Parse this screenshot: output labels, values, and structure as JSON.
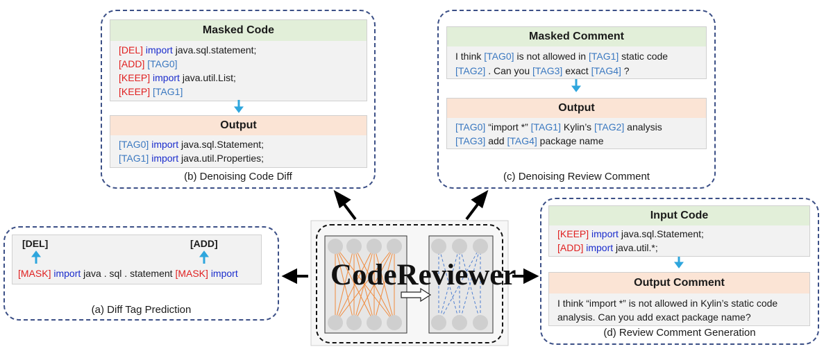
{
  "panel_b": {
    "top_header": "Masked Code",
    "top_lines": [
      {
        "tag": "[DEL]",
        "kw": "import",
        "text": "java.sql.statement;"
      },
      {
        "tag": "[ADD]",
        "kw": "",
        "text": "[TAG0]"
      },
      {
        "tag": "[KEEP]",
        "kw": "import",
        "text": "java.util.List;"
      },
      {
        "tag": "[KEEP]",
        "kw": "",
        "text": "[TAG1]"
      }
    ],
    "bottom_header": "Output",
    "bottom_lines": [
      {
        "tag": "[TAG0]",
        "kw": "import",
        "text": "java.sql.Statement;"
      },
      {
        "tag": "[TAG1]",
        "kw": "import",
        "text": "java.util.Properties;"
      }
    ],
    "caption": "(b) Denoising Code Diff"
  },
  "panel_c": {
    "top_header": "Masked Comment",
    "top_line1": {
      "a": "I think ",
      "t0": "[TAG0]",
      "b": " is not allowed in ",
      "t1": "[TAG1]",
      "c": " static code"
    },
    "top_line2": {
      "t2": "[TAG2]",
      "a": " . Can you ",
      "t3": "[TAG3]",
      "b": " exact ",
      "t4": "[TAG4]",
      "c": " ?"
    },
    "bottom_header": "Output",
    "bottom_line1": {
      "t0": "[TAG0]",
      "a": " “import *” ",
      "t1": "[TAG1]",
      "b": " Kylin’s ",
      "t2": "[TAG2]",
      "c": " analysis"
    },
    "bottom_line2": {
      "t3": "[TAG3]",
      "a": " add ",
      "t4": "[TAG4]",
      "b": " package name"
    },
    "caption": "(c) Denoising Review Comment"
  },
  "panel_a": {
    "label_del": "[DEL]",
    "label_add": "[ADD]",
    "mask1": "[MASK]",
    "kw1": "import",
    "mid": "java . sql . statement",
    "mask2": "[MASK]",
    "kw2": "import",
    "caption": "(a) Diff Tag Prediction"
  },
  "center": {
    "title": "CodeReviewer"
  },
  "panel_d": {
    "top_header": "Input Code",
    "top_lines": [
      {
        "tag": "[KEEP]",
        "kw": "import",
        "text": "java.sql.Statement;"
      },
      {
        "tag": "[ADD]",
        "kw": "import",
        "text": "java.util.*;"
      }
    ],
    "bottom_header": "Output Comment",
    "bottom_line1": "I think “import *” is not allowed in Kylin’s static code",
    "bottom_line2": "analysis. Can you add exact package name?",
    "caption": "(d) Review Comment Generation"
  },
  "colors": {
    "panel_border": "#3b4f86",
    "header_green": "#e2efd9",
    "header_orange": "#fbe4d5",
    "tag_red": "#e02020",
    "keyword_blue": "#1a2ccc",
    "tag_blue": "#3a78c0",
    "arrow_blue": "#2ea6dd",
    "edge_orange": "#f08a3c",
    "edge_blue": "#4f7fd0"
  }
}
